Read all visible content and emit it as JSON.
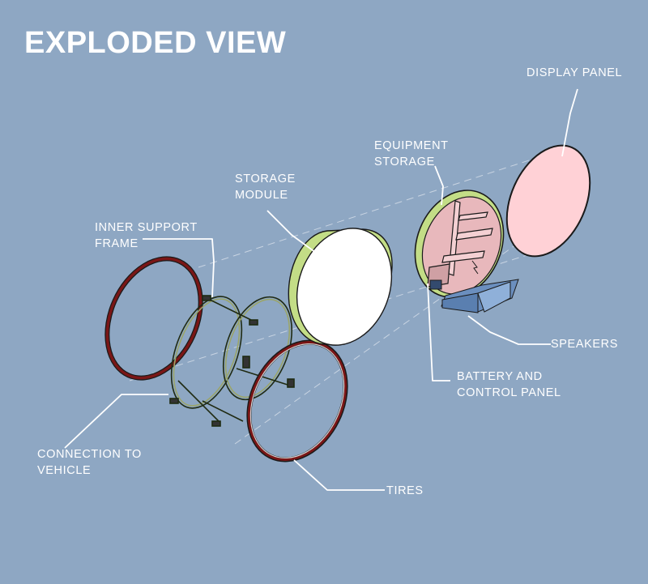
{
  "title": "EXPLODED VIEW",
  "labels": {
    "display_panel": "DISPLAY PANEL",
    "equipment_storage": [
      "EQUIPMENT",
      "STORAGE"
    ],
    "storage_module": [
      "STORAGE",
      "MODULE"
    ],
    "inner_support_frame": [
      "INNER SUPPORT",
      "FRAME"
    ],
    "speakers": "SPEAKERS",
    "battery_control_panel": [
      "BATTERY AND",
      "CONTROL PANEL"
    ],
    "connection_to_vehicle": [
      "CONNECTION TO",
      "VEHICLE"
    ],
    "tires": "TIRES"
  },
  "colors": {
    "background": "#8ea7c3",
    "display_panel": "#ffd1d6",
    "storage_green": "#c3dd86",
    "storage_face": "#ffffff",
    "tire_red": "#7a1616",
    "frame_green": "#4a5c2e",
    "speaker_blue": "#6b8fbf",
    "compartment_pink": "#e8b8bc"
  }
}
